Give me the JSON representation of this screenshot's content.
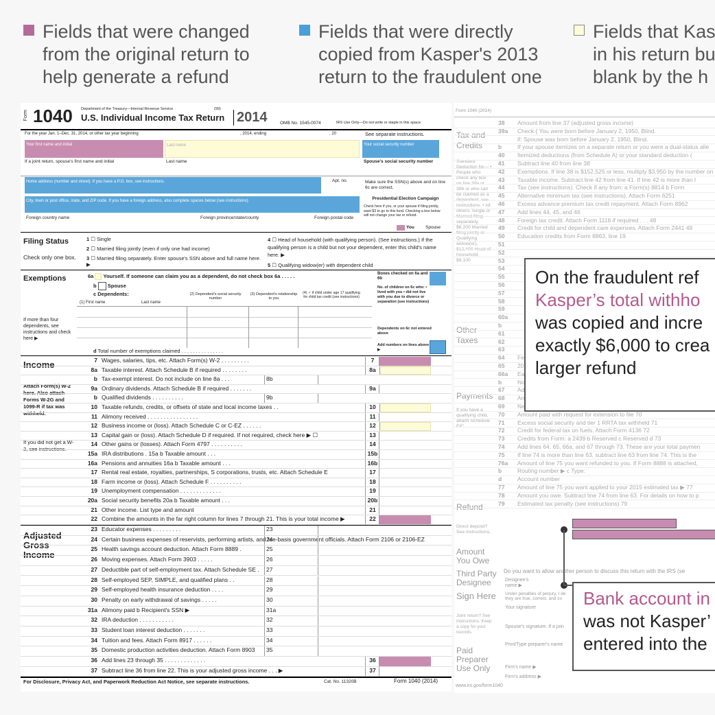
{
  "legend": [
    {
      "color": "#b56b9a",
      "lines": [
        "Fields that were changed",
        "from the original return to",
        "help generate a refund"
      ]
    },
    {
      "color": "#4a9fd8",
      "lines": [
        "Fields that were directly",
        "copied from Kasper's 2013",
        "return to the fraudulent one"
      ]
    },
    {
      "color": "#fdfbd8",
      "lines": [
        "Fields that Kas",
        "in his return bu",
        "blank by the h"
      ]
    }
  ],
  "form": {
    "form_label": "Form",
    "form_number": "1040",
    "dept": "Department of the Treasury—Internal Revenue Service",
    "code": "(99)",
    "title": "U.S. Individual Income Tax Return",
    "year": "2014",
    "omb": "OMB No. 1545-0074",
    "irs_only": "IRS Use Only—Do not write or staple in this space.",
    "year_line": "For the year Jan. 1–Dec. 31, 2014, or other tax year beginning",
    "ending": ", 2014, ending",
    "comma20": ", 20",
    "see_sep": "See separate instructions.",
    "first_name": "Your first name and initial",
    "last_name": "Last name",
    "ssn": "Your social security number",
    "joint": "If a joint return, spouse's first name and initial",
    "spouse_ssn": "Spouse's social security number",
    "home": "Home address (number and street). If you have a P.O. box, see instructions.",
    "apt": "Apt. no.",
    "make_sure": "Make sure the SSN(s) above and on line 6c are correct.",
    "city": "City, town or post office, state, and ZIP code. If you have a foreign address, also complete spaces below (see instructions).",
    "pec": "Presidential Election Campaign",
    "pec_text": "Check here if you, or your spouse if filing jointly, want $3 to go to this fund. Checking a box below will not change your tax or refund.",
    "you": "You",
    "spouse": "Spouse",
    "foreign_country": "Foreign country name",
    "foreign_prov": "Foreign province/state/county",
    "foreign_postal": "Foreign postal code",
    "filing_status": "Filing Status",
    "check_one": "Check only one box.",
    "fs": [
      "Single",
      "Married filing jointly (even if only one had income)",
      "Married filing separately. Enter spouse's SSN above and full name here. ▶",
      "Head of household (with qualifying person). (See instructions.) If the qualifying person is a child but not your dependent, enter this child's name here. ▶",
      "Qualifying widow(er) with dependent child"
    ],
    "fs_nums": [
      "1",
      "2",
      "3",
      "4",
      "5"
    ],
    "exemptions": "Exemptions",
    "ex6a_num": "6a",
    "ex6a": "Yourself. If someone can claim you as a dependent, do not check box 6a . . . . .",
    "ex6b_num": "b",
    "ex6b": "Spouse",
    "ex6c_num": "c",
    "ex6c": "Dependents:",
    "dep_first": "(1) First name",
    "dep_last": "Last name",
    "dep2": "(2) Dependent's social security number",
    "dep3": "(3) Dependent's relationship to you",
    "dep4": "(4) ✓ if child under age 17 qualifying for child tax credit (see instructions)",
    "boxes_checked": "Boxes checked on 6a and 6b",
    "no_children": "No. of children on 6c who: • lived with you • did not live with you due to divorce or separation (see instructions)",
    "dependents_not": "Dependents on 6c not entered above",
    "add_numbers": "Add numbers on lines above ▶",
    "more_four": "If more than four dependents, see instructions and check here ▶",
    "ex6d_num": "d",
    "ex6d": "Total number of exemptions claimed . . . . . . . . . . . . . . .",
    "income": "Income",
    "attach": "Attach Form(s) W-2 here. Also attach Forms W-2G and 1099-R if tax was withheld.",
    "no_w2": "If you did not get a W-2, see instructions.",
    "adjusted": "Adjusted Gross Income",
    "income_lines": [
      {
        "n": "7",
        "t": "Wages, salaries, tips, etc. Attach Form(s) W-2 . . . . . . . . .",
        "b": "7",
        "f": "pink"
      },
      {
        "n": "8a",
        "t": "Taxable interest. Attach Schedule B if required . . . . . . . .",
        "b": "8a",
        "f": "yel"
      },
      {
        "n": "b",
        "t": "Tax-exempt interest. Do not include on line 8a . . .",
        "m": "8b"
      },
      {
        "n": "9a",
        "t": "Ordinary dividends. Attach Schedule B if required . . . . . . .",
        "b": "9a"
      },
      {
        "n": "b",
        "t": "Qualified dividends . . . . . . . . . .",
        "m": "9b"
      },
      {
        "n": "10",
        "t": "Taxable refunds, credits, or offsets of state and local income taxes . .",
        "b": "10",
        "f": "yel"
      },
      {
        "n": "11",
        "t": "Alimony received . . . . . . . . . . . . . . . .",
        "b": "11"
      },
      {
        "n": "12",
        "t": "Business income or (loss). Attach Schedule C or C-EZ . . . . . .",
        "b": "12",
        "f": "yel"
      },
      {
        "n": "13",
        "t": "Capital gain or (loss). Attach Schedule D if required. If not required, check here ▶ ☐",
        "b": "13"
      },
      {
        "n": "14",
        "t": "Other gains or (losses). Attach Form 4797 . . . . . . . . . .",
        "b": "14"
      },
      {
        "n": "15a",
        "t": "IRA distributions . 15a        b Taxable amount . . .",
        "b": "15b"
      },
      {
        "n": "16a",
        "t": "Pensions and annuities 16a        b Taxable amount . . .",
        "b": "16b"
      },
      {
        "n": "17",
        "t": "Rental real estate, royalties, partnerships, S corporations, trusts, etc. Attach Schedule E",
        "b": "17"
      },
      {
        "n": "18",
        "t": "Farm income or (loss). Attach Schedule F . . . . . . . . . .",
        "b": "18"
      },
      {
        "n": "19",
        "t": "Unemployment compensation . . . . . . . . . . . . .",
        "b": "19"
      },
      {
        "n": "20a",
        "t": "Social security benefits 20a        b Taxable amount . . .",
        "b": "20b"
      },
      {
        "n": "21",
        "t": "Other income. List type and amount",
        "b": "21"
      },
      {
        "n": "22",
        "t": "Combine the amounts in the far right column for lines 7 through 21. This is your total income ▶",
        "b": "22",
        "f": "pink"
      }
    ],
    "agi_lines": [
      {
        "n": "23",
        "t": "Educator expenses . . . . . . . . .",
        "m": "23"
      },
      {
        "n": "24",
        "t": "Certain business expenses of reservists, performing artists, and fee-basis government officials. Attach Form 2106 or 2106-EZ",
        "m": "24"
      },
      {
        "n": "25",
        "t": "Health savings account deduction. Attach Form 8889 .",
        "m": "25"
      },
      {
        "n": "26",
        "t": "Moving expenses. Attach Form 3903 . . . . .",
        "m": "26"
      },
      {
        "n": "27",
        "t": "Deductible part of self-employment tax. Attach Schedule SE .",
        "m": "27"
      },
      {
        "n": "28",
        "t": "Self-employed SEP, SIMPLE, and qualified plans . .",
        "m": "28"
      },
      {
        "n": "29",
        "t": "Self-employed health insurance deduction . . . .",
        "m": "29"
      },
      {
        "n": "30",
        "t": "Penalty on early withdrawal of savings . . . . .",
        "m": "30"
      },
      {
        "n": "31a",
        "t": "Alimony paid   b Recipient's SSN ▶",
        "m": "31a"
      },
      {
        "n": "32",
        "t": "IRA deduction . . . . . . . . . . .",
        "m": "32"
      },
      {
        "n": "33",
        "t": "Student loan interest deduction . . . . . . .",
        "m": "33"
      },
      {
        "n": "34",
        "t": "Tuition and fees. Attach Form 8917 . . . . . .",
        "m": "34"
      },
      {
        "n": "35",
        "t": "Domestic production activities deduction. Attach Form 8903",
        "m": "35"
      },
      {
        "n": "36",
        "t": "Add lines 23 through 35 . . . . . . . . . . . . .",
        "b": "36",
        "f": "pink"
      },
      {
        "n": "37",
        "t": "Subtract line 36 from line 22. This is your adjusted gross income . . . ▶",
        "b": "37"
      }
    ],
    "footer": "For Disclosure, Privacy Act, and Paperwork Reduction Act Notice, see separate instructions.",
    "cat": "Cat. No. 11320B",
    "footer_form": "Form 1040 (2014)"
  },
  "form2": {
    "header": "Form 1040 (2014)",
    "tax_credits": "Tax and Credits",
    "other_taxes": "Other Taxes",
    "payments": "Payments",
    "refund": "Refund",
    "amount_owe": "Amount You Owe",
    "third_party": "Third Party Designee",
    "sign": "Sign Here",
    "paid": "Paid Preparer Use Only",
    "std_ded": "Standard Deduction for— • People who check any box on line 39a or 39b or who can be claimed as a dependent, see instructions. • All others: Single or Married filing separately, $6,200 Married filing jointly or Qualifying widow(er), $12,400 Head of household, $9,100",
    "qual_child": "If you have a qualifying child, attach Schedule EIC.",
    "direct_dep": "Direct deposit? See instructions.",
    "joint_ret": "Joint return? See instructions. Keep a copy for your records.",
    "lines": [
      {
        "n": "38",
        "t": "Amount from line 37 (adjusted gross income)"
      },
      {
        "n": "39a",
        "t": "Check { You were born before January 2, 1950,   Blind."
      },
      {
        "n": "",
        "t": "if:      Spouse was born before January 2, 1950,   Blind."
      },
      {
        "n": "b",
        "t": "If your spouse itemizes on a separate return or you were a dual-status alie"
      },
      {
        "n": "40",
        "t": "Itemized deductions (from Schedule A) or your standard deduction ("
      },
      {
        "n": "41",
        "t": "Subtract line 40 from line 38"
      },
      {
        "n": "42",
        "t": "Exemptions. If line 38 is $152,525 or less, multiply $3,950 by the number on line 6"
      },
      {
        "n": "43",
        "t": "Taxable income. Subtract line 42 from line 41. If line 42 is more than l"
      },
      {
        "n": "44",
        "t": "Tax (see instructions). Check if any from: a  Form(s) 8814  b  Form"
      },
      {
        "n": "45",
        "t": "Alternative minimum tax (see instructions). Attach Form 6251"
      },
      {
        "n": "46",
        "t": "Excess advance premium tax credit repayment. Attach Form 8962"
      },
      {
        "n": "47",
        "t": "Add lines 44, 45, and 46"
      },
      {
        "n": "48",
        "t": "Foreign tax credit. Attach Form 1116 if required . . .   48"
      },
      {
        "n": "49",
        "t": "Credit for child and dependent care expenses. Attach Form 2441   49"
      },
      {
        "n": "50",
        "t": "Education credits from Form 8863, line 19"
      },
      {
        "n": "51",
        "t": ""
      },
      {
        "n": "52",
        "t": ""
      },
      {
        "n": "53",
        "t": ""
      },
      {
        "n": "54",
        "t": ""
      },
      {
        "n": "55",
        "t": ""
      },
      {
        "n": "56",
        "t": ""
      },
      {
        "n": "57",
        "t": ""
      },
      {
        "n": "58",
        "t": ""
      },
      {
        "n": "59",
        "t": ""
      },
      {
        "n": "60a",
        "t": ""
      },
      {
        "n": "b",
        "t": ""
      },
      {
        "n": "61",
        "t": ""
      },
      {
        "n": "62",
        "t": ""
      },
      {
        "n": "63",
        "t": ""
      },
      {
        "n": "64",
        "t": "Federal income tax withheld from Forms W-2 and 1099    64"
      },
      {
        "n": "65",
        "t": "2014 estimated tax payments and amount applied from 2013 return   65"
      },
      {
        "n": "66a",
        "t": "Earned income credit (EIC)   66a"
      },
      {
        "n": "b",
        "t": "Nontaxable combat pay election   66b"
      },
      {
        "n": "67",
        "t": "Additional child tax credit. Attach Schedule 8812   67"
      },
      {
        "n": "68",
        "t": "American opportunity credit from Form 8863, line 8   68"
      },
      {
        "n": "69",
        "t": "Net premium tax credit. Attach Form 8962   69"
      },
      {
        "n": "70",
        "t": "Amount paid with request for extension to file   70"
      },
      {
        "n": "71",
        "t": "Excess social security and tier 1 RRTA tax withheld   71"
      },
      {
        "n": "72",
        "t": "Credit for federal tax on fuels. Attach Form 4136   72"
      },
      {
        "n": "73",
        "t": "Credits from Form: a  2439  b  Reserved  c  Reserved  d   73"
      },
      {
        "n": "74",
        "t": "Add lines 64, 65, 66a, and 67 through 73. These are your total paymen"
      },
      {
        "n": "75",
        "t": "If line 74 is more than line 63, subtract line 63 from line 74. This is the"
      },
      {
        "n": "76a",
        "t": "Amount of line 75 you want refunded to you. If Form 8888 is attached,"
      },
      {
        "n": "b",
        "t": "Routing number                      ▶ c Type:"
      },
      {
        "n": "d",
        "t": "Account number"
      },
      {
        "n": "77",
        "t": "Amount of line 75 you want applied to your 2015 estimated tax ▶   77"
      },
      {
        "n": "78",
        "t": "Amount you owe. Subtract line 74 from line 63. For details on how to p"
      },
      {
        "n": "79",
        "t": "Estimated tax penalty (see instructions)   79"
      }
    ],
    "designee": "Do you want to allow another person to discuss this return with the IRS (se",
    "designee_name": "Designee's name ▶",
    "perjury": "Under penalties of perjury, I de they are true, correct, and co",
    "your_sig": "Your signature",
    "spouse_sig": "Spouse's signature. If a join",
    "prep_name": "Print/Type preparer's name",
    "firm_name": "Firm's name ▶",
    "firm_addr": "Firm's address ▶",
    "url": "www.irs.gov/form1040"
  },
  "callout1": {
    "pre": "On the fraudulent ref",
    "hl": "Kasper’s total withho",
    "rest": [
      "was copied and incre",
      "exactly $6,000 to crea",
      "larger refund"
    ]
  },
  "callout2": {
    "hl": "Bank account in",
    "rest": [
      "was not Kasper’",
      "entered into the"
    ]
  }
}
